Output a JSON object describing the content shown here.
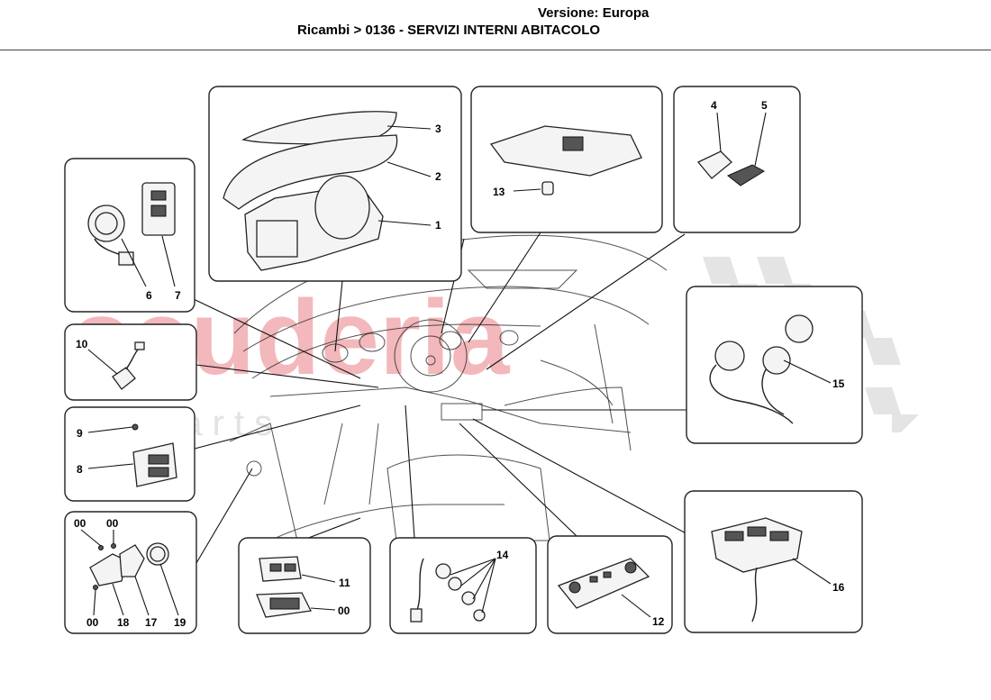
{
  "header": {
    "version": "Versione: Europa",
    "title": "Ricambi > 0136 - SERVIZI INTERNI ABITACOLO"
  },
  "watermark": {
    "brand": "scuderia",
    "sub": "c a r p a r t s",
    "color": "#f2b8bc"
  },
  "callouts": {
    "c1": "1",
    "c2": "2",
    "c3": "3",
    "c4": "4",
    "c5": "5",
    "c6": "6",
    "c7": "7",
    "c8": "8",
    "c9": "9",
    "c10": "10",
    "c11": "11",
    "c00a": "00",
    "c12": "12",
    "c13": "13",
    "c14": "14",
    "c15": "15",
    "c16": "16",
    "c00b": "00",
    "c00c": "00",
    "c00d": "00",
    "c17": "17",
    "c18": "18",
    "c19": "19"
  }
}
